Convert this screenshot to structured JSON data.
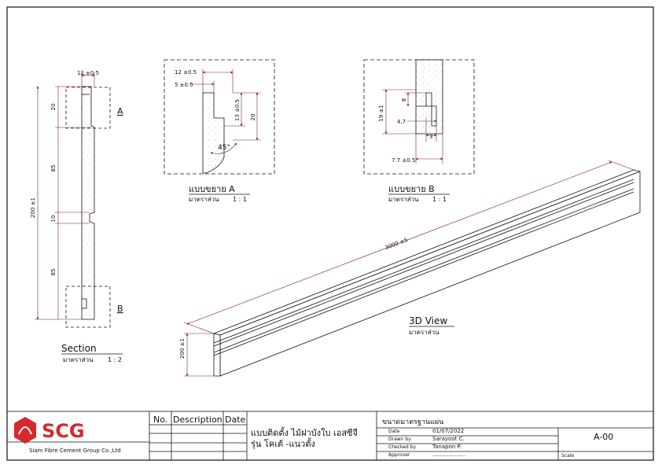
{
  "drawing": {
    "section": {
      "title": "Section",
      "scale_label": "มาตราส่วน",
      "scale_value": "1 : 2",
      "dim_top_width": "12 ±0.5",
      "dim_total": "200 ±1",
      "dim_a": "20",
      "dim_b": "85",
      "dim_c": "10",
      "dim_d": "85",
      "marker_a": "A",
      "marker_b": "B"
    },
    "detail_a": {
      "title": "แบบขยาย A",
      "scale_label": "มาตราส่วน",
      "scale_value": "1 : 1",
      "dim_width": "12 ±0.5",
      "dim_inset": "5 ±0.5",
      "dim_step": "13 ±0.5",
      "dim_height": "20",
      "dim_angle": "45°"
    },
    "detail_b": {
      "title": "แบบขยาย B",
      "scale_label": "มาตราส่วน",
      "scale_value": "1 : 1",
      "dim_height": "19 ±1",
      "dim_slot": "8",
      "dim_inner": "4.7",
      "dim_gap": "3",
      "dim_width": "7.7 ±0.5"
    },
    "view3d": {
      "title": "3D View",
      "scale_label": "มาตราส่วน",
      "dim_length": "3000 ±5",
      "dim_height": "200 ±1"
    }
  },
  "title_block": {
    "company_logo": "SCG",
    "company_name": "Siam Fibre Cement Group Co.,Ltd",
    "col_no": "No.",
    "col_desc": "Description",
    "col_date": "Date",
    "project_line1": "แบบติดตั้ง ไม้ฝาบังใบ เอสซีจี",
    "project_line2": "รุ่น โคเต้ -แนวตั้ง",
    "sheet_title": "ขนาดมาตรฐานแผ่น",
    "date_label": "Date",
    "date_value": "01/07/2022",
    "drawn_label": "Drawn by",
    "drawn_value": "Sarayoot  C.",
    "checked_label": "Checked by",
    "checked_value": "Tanapon   P.",
    "approver_label": "Approver",
    "approver_value": "...................",
    "sheet_no": "A-00",
    "scale_label": "Scale"
  },
  "colors": {
    "line": "#111111",
    "dim": "#7a1f1f",
    "logo_red": "#d7282f"
  }
}
